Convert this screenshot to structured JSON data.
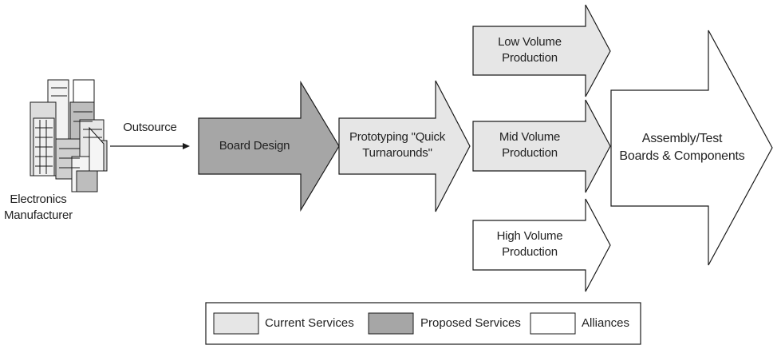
{
  "source": {
    "label_line1": "Electronics",
    "label_line2": "Manufacturer",
    "icon": "city-buildings-icon"
  },
  "outsource_label": "Outsource",
  "stages": {
    "board_design": {
      "label": "Board Design",
      "category": "proposed"
    },
    "prototyping": {
      "label_line1": "Prototyping \"Quick",
      "label_line2": "Turnarounds\"",
      "category": "current"
    },
    "low_volume": {
      "label_line1": "Low Volume",
      "label_line2": "Production",
      "category": "current"
    },
    "mid_volume": {
      "label_line1": "Mid Volume",
      "label_line2": "Production",
      "category": "current"
    },
    "high_volume": {
      "label_line1": "High Volume",
      "label_line2": "Production",
      "category": "alliance"
    },
    "assembly": {
      "label_line1": "Assembly/Test",
      "label_line2": "Boards & Components",
      "category": "alliance"
    }
  },
  "legend": {
    "current": "Current Services",
    "proposed": "Proposed Services",
    "alliances": "Alliances"
  },
  "colors": {
    "current": "#e6e6e6",
    "proposed": "#a6a6a6",
    "alliance": "#ffffff",
    "stroke": "#1a1a1a"
  }
}
